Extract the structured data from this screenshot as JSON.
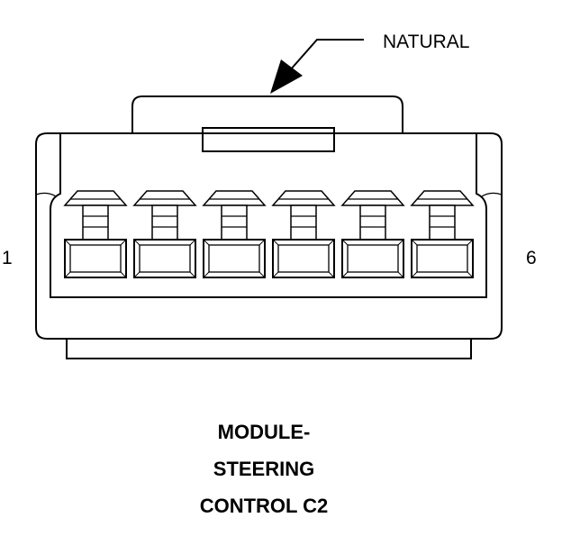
{
  "connector": {
    "color_label": "NATURAL",
    "pin_first_label": "1",
    "pin_last_label": "6",
    "pin_count": 6
  },
  "caption": {
    "line1": "MODULE-",
    "line2": "STEERING",
    "line3": "CONTROL C2"
  }
}
